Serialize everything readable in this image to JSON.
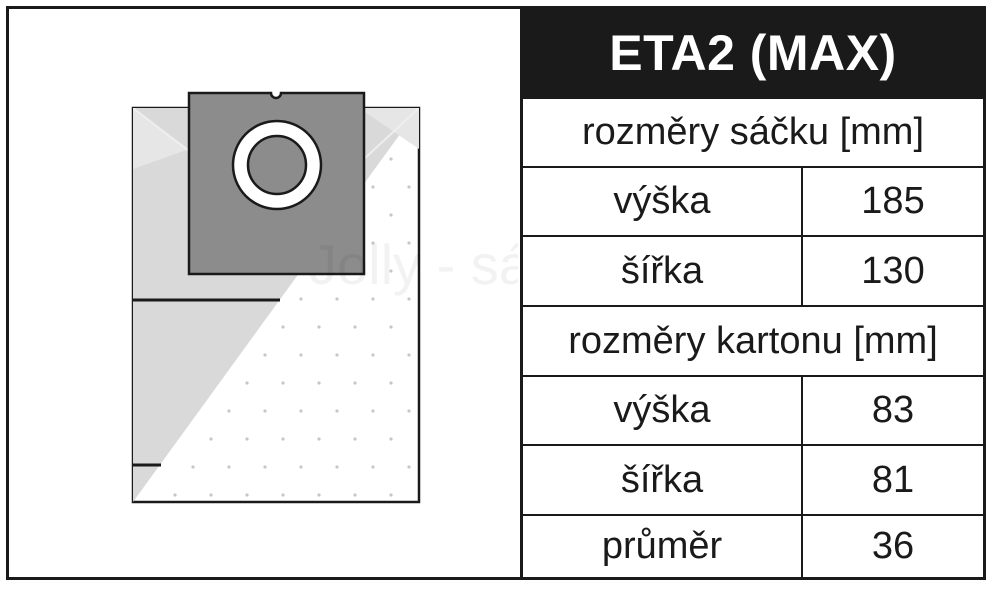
{
  "title": "ETA2 (MAX)",
  "watermark": "Jolly - sáčky",
  "bag_section": {
    "heading": "rozměry sáčku [mm]",
    "rows": [
      {
        "label": "výška",
        "value": "185"
      },
      {
        "label": "šířka",
        "value": "130"
      }
    ]
  },
  "carton_section": {
    "heading": "rozměry kartonu [mm]",
    "rows": [
      {
        "label": "výška",
        "value": "83"
      },
      {
        "label": "šířka",
        "value": "81"
      },
      {
        "label": "průměr",
        "value": "36"
      }
    ]
  },
  "colors": {
    "title_bg": "#1a1a1a",
    "title_text": "#ffffff",
    "bag_grey": "#d9d9d9",
    "card_grey": "#8c8c8c",
    "border": "#1a1a1a"
  }
}
